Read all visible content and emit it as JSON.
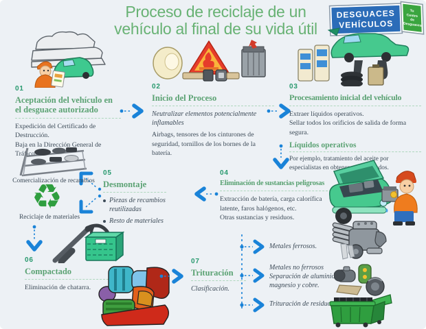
{
  "title": "Proceso de reciclaje de un\nvehículo al final de su vida útil",
  "logo": {
    "line1": "DESGUACES",
    "line2": "VEHÍCULOS",
    "side_text": "Tu\nCentro\nde\nDesguaces"
  },
  "icons": {
    "recycle": "♻"
  },
  "steps": {
    "s1": {
      "num": "01",
      "heading": "Aceptación del vehículo en\nel desguace autorizado",
      "body": "Expedición del Certificado de Destrucción.\nBaja en la Dirección General de Tráfico."
    },
    "s2": {
      "num": "02",
      "heading": "Inicio del Proceso",
      "lead": "Neutralizar elementos potencialmente inflamables",
      "body": "Airbags, tensores de los cinturones de seguridad, tornillos de los bornes de la batería."
    },
    "s3": {
      "num": "03",
      "heading": "Procesamiento inicial del vehículo",
      "body": "Extraer líquidos operativos.\nSellar todos los orificios de salida de forma segura.",
      "subheading": "Líquidos operativos",
      "body2": "Por ejemplo, tratamiento del aceite por especialistas en obtener aceites crudos."
    },
    "s4": {
      "num": "04",
      "heading": "Eliminación de sustancias peligrosas",
      "body": "Extracción de batería, carga calorífica latente, faros halógenos, etc.\nOtras sustancias y residuos."
    },
    "s5": {
      "num": "05",
      "heading": "Desmontaje",
      "bullets": [
        "Piezas de recambios reutilizadas",
        "Resto de materiales"
      ]
    },
    "s6": {
      "num": "06",
      "heading": "Compactado",
      "body": "Eliminación de chatarra."
    },
    "s7": {
      "num": "07",
      "heading": "Trituración",
      "lead": "Clasificación."
    }
  },
  "side_outputs": {
    "parts_label": "Comercialización de recambios",
    "recycle_label": "Reciclaje de materiales"
  },
  "shredder_outputs": [
    "Metales ferrosos.",
    "Metales no ferrosos\nSeparación de aluminio,\nmagnesio y cobre.",
    "Trituración de residuos."
  ],
  "colors": {
    "background": "#edf1f5",
    "title_green": "#68b274",
    "heading_green": "#5ba273",
    "number_green": "#28996e",
    "body_text": "#3d4b58",
    "arrow_blue": "#1a83d8",
    "logo_blue": "#2b6cb8",
    "logo_green": "#3aa53f",
    "recycle_green": "#2f9e3f"
  }
}
